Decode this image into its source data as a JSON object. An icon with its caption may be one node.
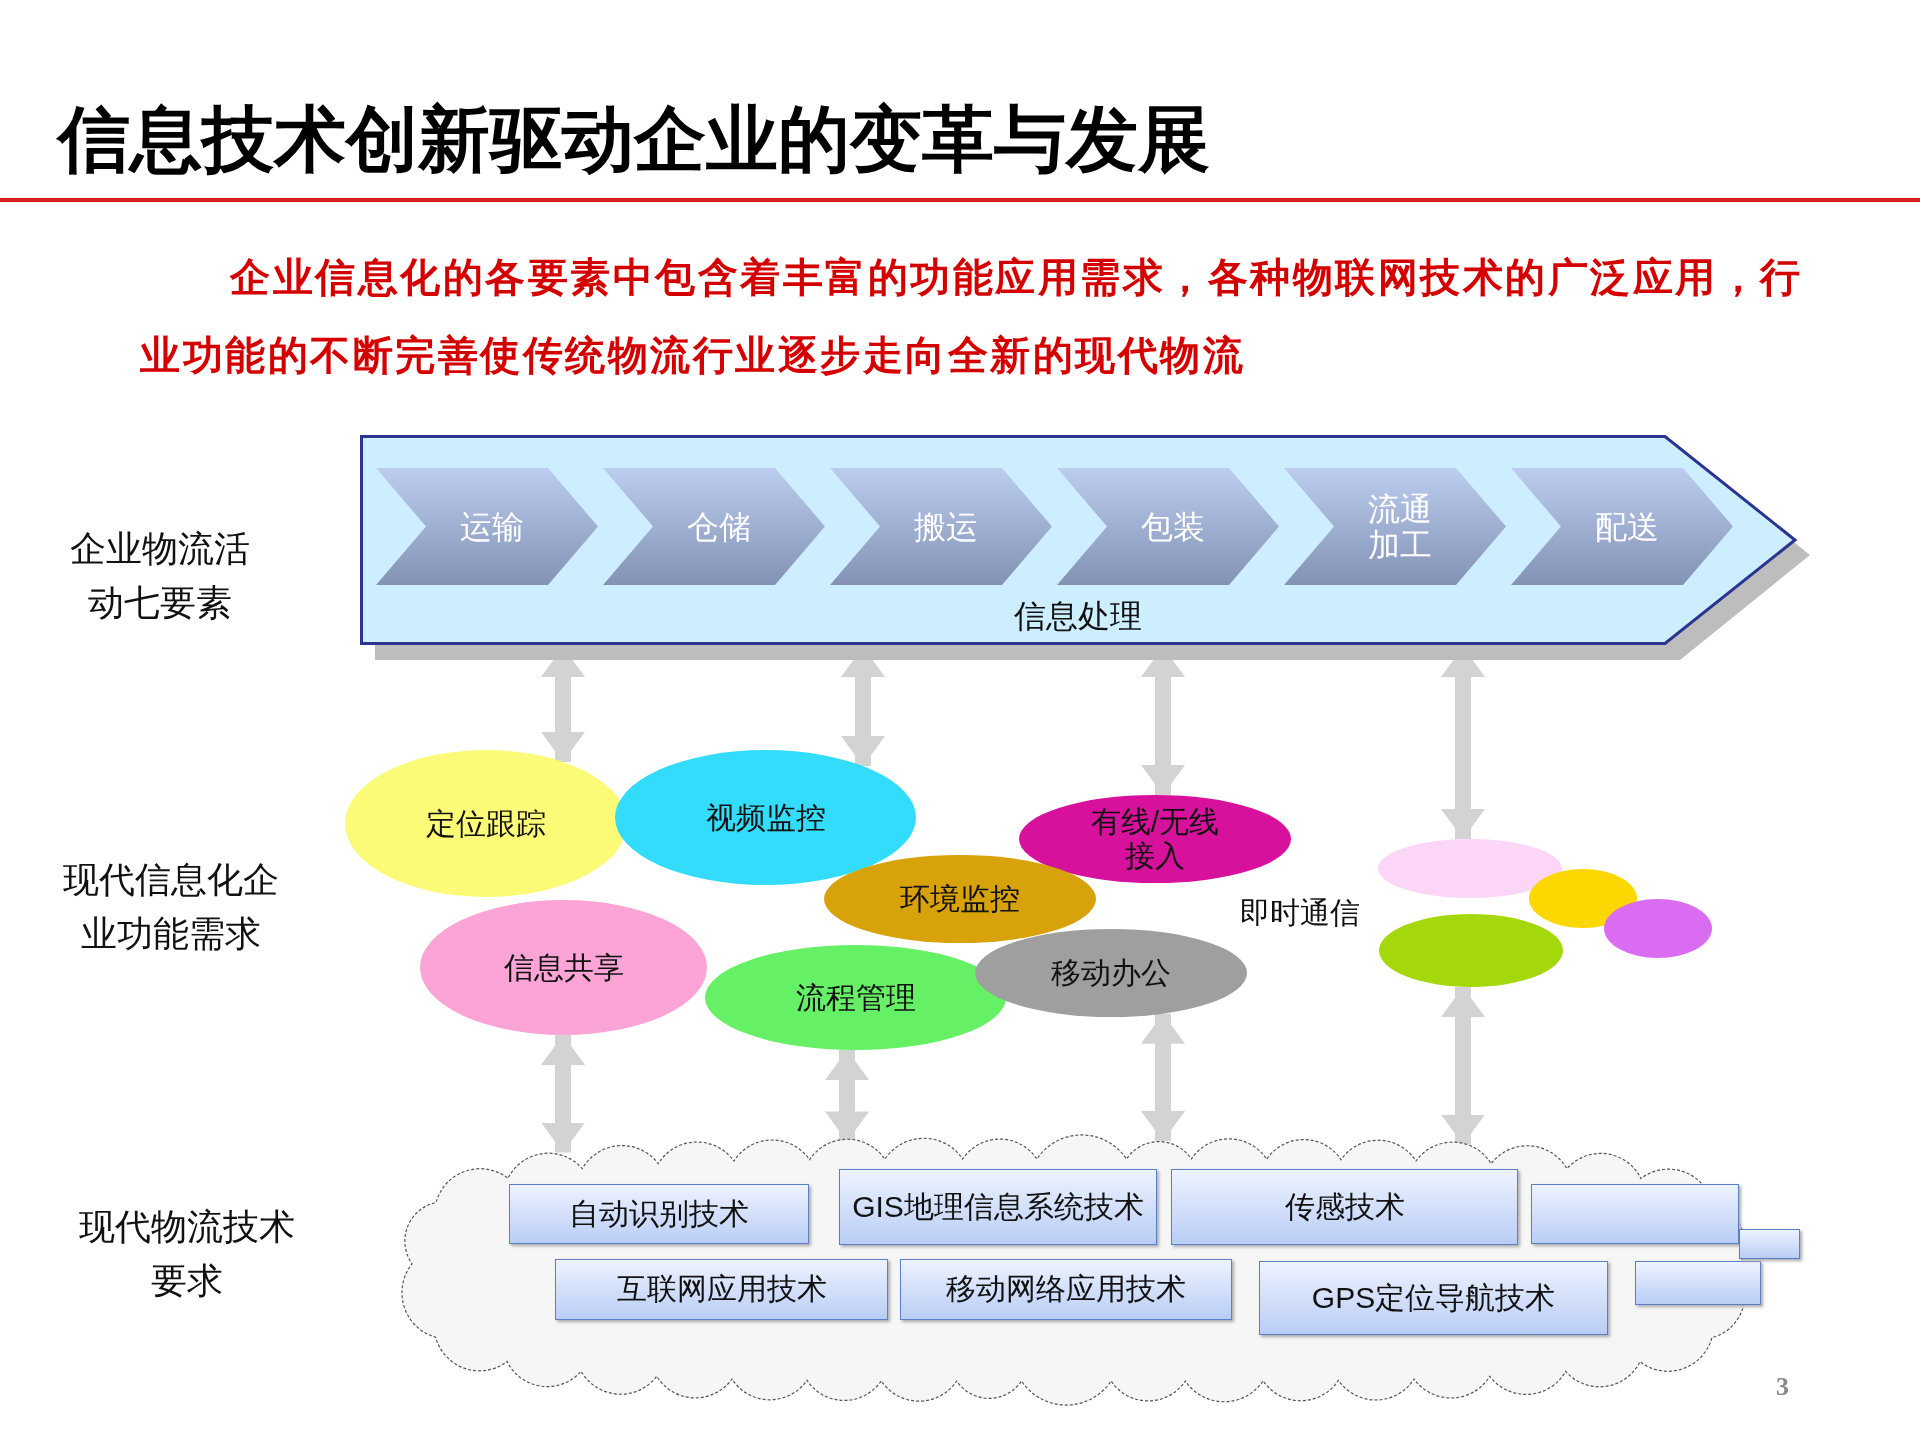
{
  "diagram": {
    "title": "信息技术创新驱动企业的变革与发展",
    "nodes": [
      {
        "text": [
          "信息处理"
        ]
      },
      {
        "text": [
          "运输"
        ],
        "in": 0
      },
      {
        "text": [
          "仓储"
        ],
        "in": 0
      },
      {
        "text": [
          "搬运"
        ],
        "in": 0
      },
      {
        "text": [
          "包装"
        ],
        "in": 0
      },
      {
        "text": [
          "流通加工"
        ],
        "in": 0
      },
      {
        "text": [
          "配送"
        ],
        "in": 0
      },
      {
        "text": [
          "定位跟踪"
        ]
      },
      {
        "text": [
          "视频监控"
        ]
      },
      {
        "text": [
          "有线/无线接入"
        ]
      },
      {
        "text": [
          "环境监控"
        ]
      },
      {
        "text": [
          "信息共享"
        ]
      },
      {
        "text": [
          "流程管理"
        ]
      },
      {
        "text": [
          "移动办公"
        ]
      },
      {
        "text": [],
        "shape": "ellipse"
      },
      {
        "text": [],
        "shape": "ellipse"
      },
      {
        "text": [],
        "shape": "ellipse"
      },
      {
        "text": [],
        "shape": "ellipse"
      },
      {
        "text": [],
        "shape": "cloud"
      },
      {
        "text": [
          "自动识别技术"
        ],
        "in": 18
      },
      {
        "text": [
          "GIS地理信息系统技术"
        ],
        "in": 18
      },
      {
        "text": [
          "传感技术"
        ],
        "in": 18
      },
      {
        "text": [],
        "shape": "box",
        "in": 18
      },
      {
        "text": [],
        "shape": "box"
      },
      {
        "text": [
          "互联网应用技术"
        ],
        "in": 18
      },
      {
        "text": [
          "移动网络应用技术"
        ],
        "in": 18
      },
      {
        "text": [
          "GPS定位导航技术"
        ],
        "in": 18
      },
      {
        "text": [],
        "shape": "box",
        "in": 18
      }
    ],
    "edges": [
      {
        "from": 0,
        "to": 7,
        "arrow": "both"
      },
      {
        "from": 0,
        "to": 8,
        "arrow": "both"
      },
      {
        "from": 0,
        "to": 9,
        "arrow": "both"
      },
      {
        "from": 0,
        "to": 14,
        "arrow": "both"
      },
      {
        "from": 11,
        "to": 18,
        "arrow": "both"
      },
      {
        "from": 12,
        "to": 18,
        "arrow": "both"
      },
      {
        "from": 13,
        "to": 18,
        "arrow": "both"
      },
      {
        "from": 17,
        "to": 18,
        "arrow": "both"
      }
    ],
    "labels": [
      "企业信息化的各要素中包含着丰富的功能应用需求，各种物联网技术的广泛应用，行业功能的不断完善使传统物流行业逐步走向全新的现代物流",
      "企业物流活动七要素",
      "现代信息化企业功能需求",
      "即时通信",
      "现代物流技术要求",
      "3"
    ]
  }
}
